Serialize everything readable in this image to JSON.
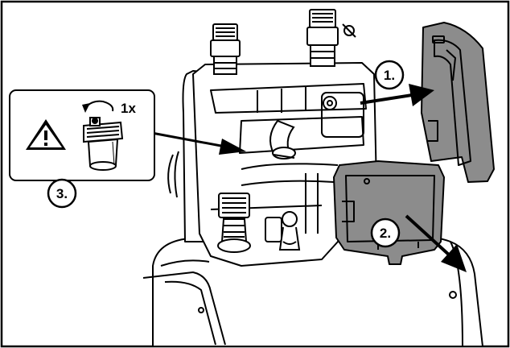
{
  "callouts": [
    {
      "id": "1",
      "text": "1."
    },
    {
      "id": "2",
      "text": "2."
    },
    {
      "id": "3",
      "text": "3."
    }
  ],
  "inset": {
    "rotation_text": "1x",
    "icons": [
      "warning-icon",
      "rotate-icon",
      "filter-cartridge-icon"
    ]
  },
  "colors": {
    "outline": "#000000",
    "cover_fill": "#8c8c8c",
    "cover_dark": "#5a5a5a",
    "warning_fill": "#000000"
  }
}
